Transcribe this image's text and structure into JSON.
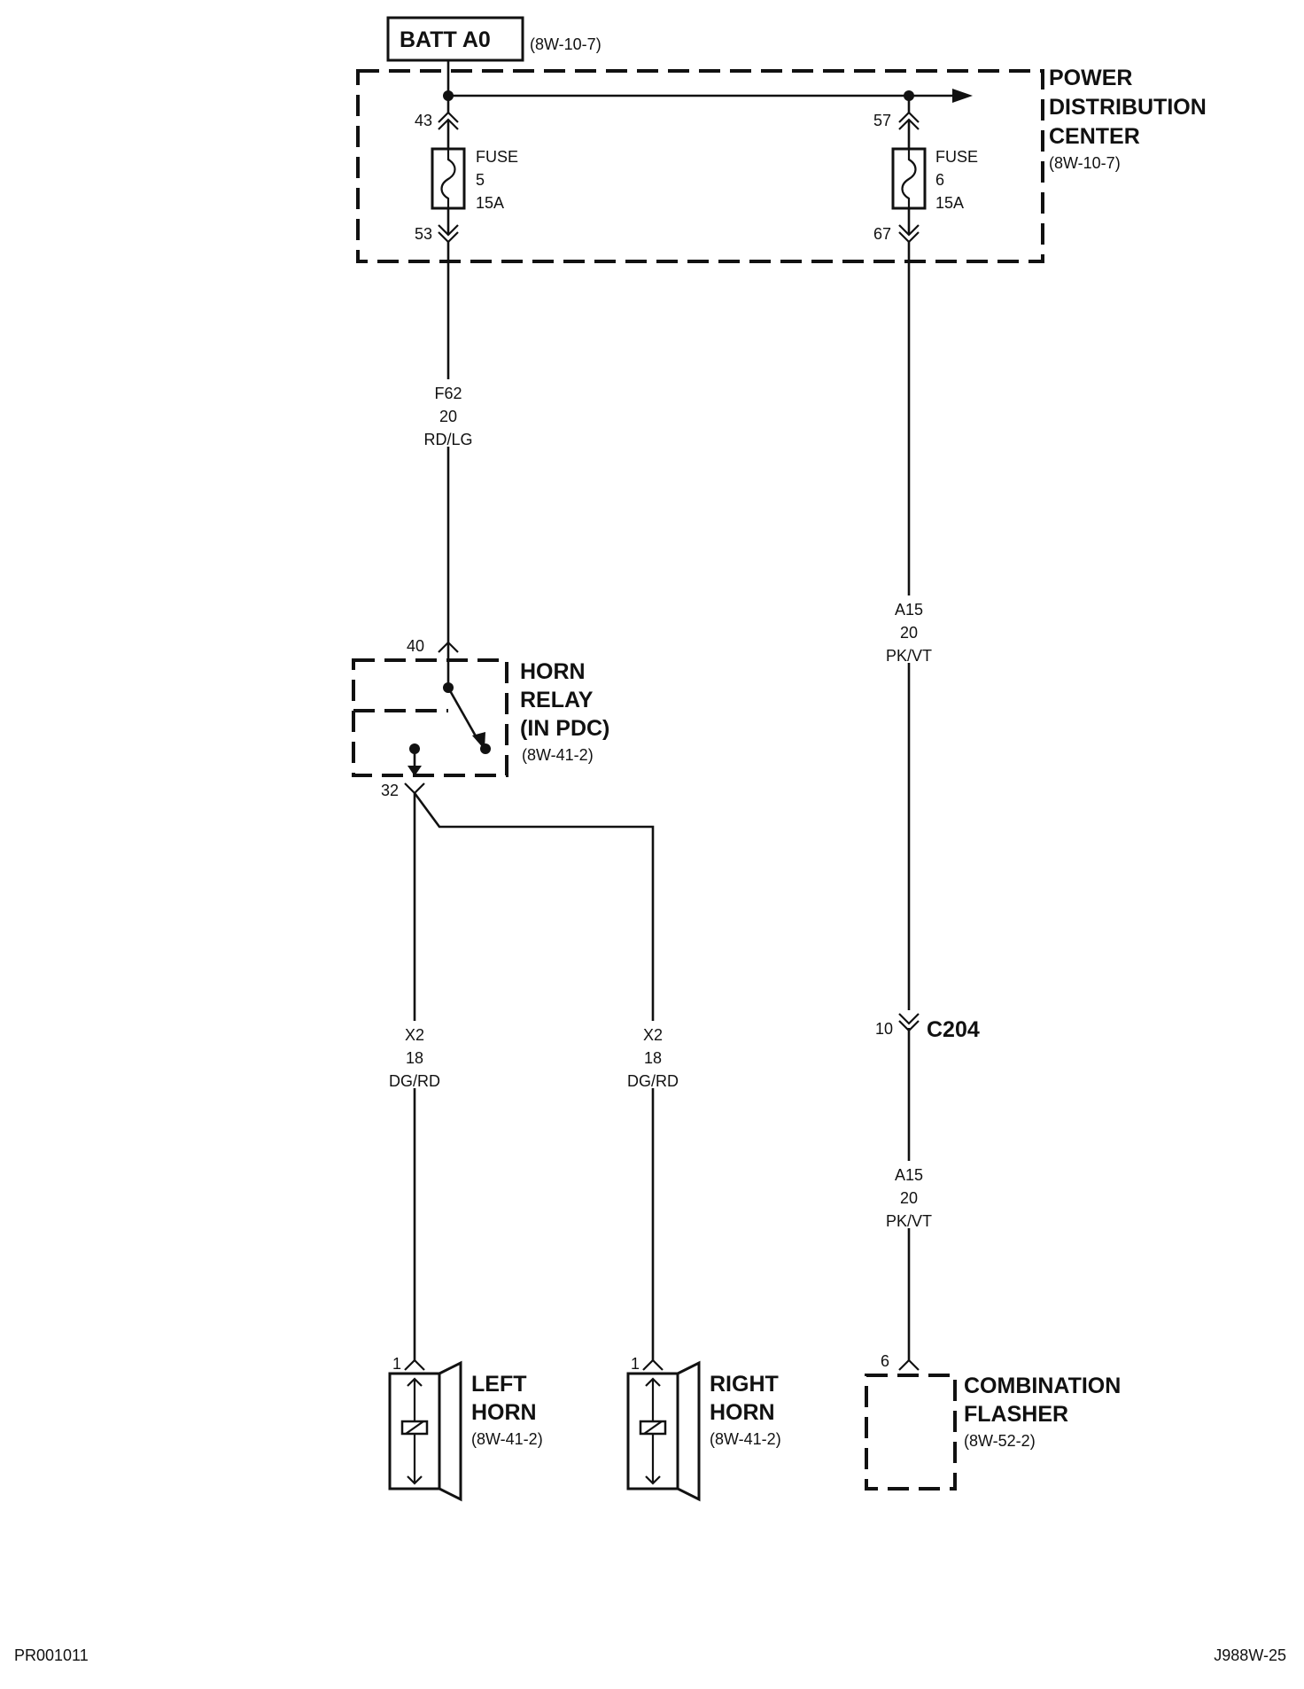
{
  "batt": {
    "label": "BATT A0",
    "ref": "(8W-10-7)"
  },
  "pdc": {
    "title_line1": "POWER",
    "title_line2": "DISTRIBUTION",
    "title_line3": "CENTER",
    "ref": "(8W-10-7)",
    "fuse5": {
      "label": "FUSE",
      "number": "5",
      "rating": "15A",
      "pin_in": "43",
      "pin_out": "53"
    },
    "fuse6": {
      "label": "FUSE",
      "number": "6",
      "rating": "15A",
      "pin_in": "57",
      "pin_out": "67"
    }
  },
  "wires": {
    "f62": {
      "circuit": "F62",
      "gauge": "20",
      "color": "RD/LG"
    },
    "a15_upper": {
      "circuit": "A15",
      "gauge": "20",
      "color": "PK/VT"
    },
    "a15_lower": {
      "circuit": "A15",
      "gauge": "20",
      "color": "PK/VT"
    },
    "x2_left": {
      "circuit": "X2",
      "gauge": "18",
      "color": "DG/RD"
    },
    "x2_right": {
      "circuit": "X2",
      "gauge": "18",
      "color": "DG/RD"
    }
  },
  "horn_relay": {
    "line1": "HORN",
    "line2": "RELAY",
    "line3": "(IN PDC)",
    "ref": "(8W-41-2)",
    "pin_in": "40",
    "pin_out": "32"
  },
  "connector_c204": {
    "name": "C204",
    "pin": "10"
  },
  "left_horn": {
    "line1": "LEFT",
    "line2": "HORN",
    "ref": "(8W-41-2)",
    "pin": "1"
  },
  "right_horn": {
    "line1": "RIGHT",
    "line2": "HORN",
    "ref": "(8W-41-2)",
    "pin": "1"
  },
  "flasher": {
    "line1": "COMBINATION",
    "line2": "FLASHER",
    "ref": "(8W-52-2)",
    "pin": "6"
  },
  "footer": {
    "left_code": "PR001011",
    "right_code": "J988W-25"
  }
}
